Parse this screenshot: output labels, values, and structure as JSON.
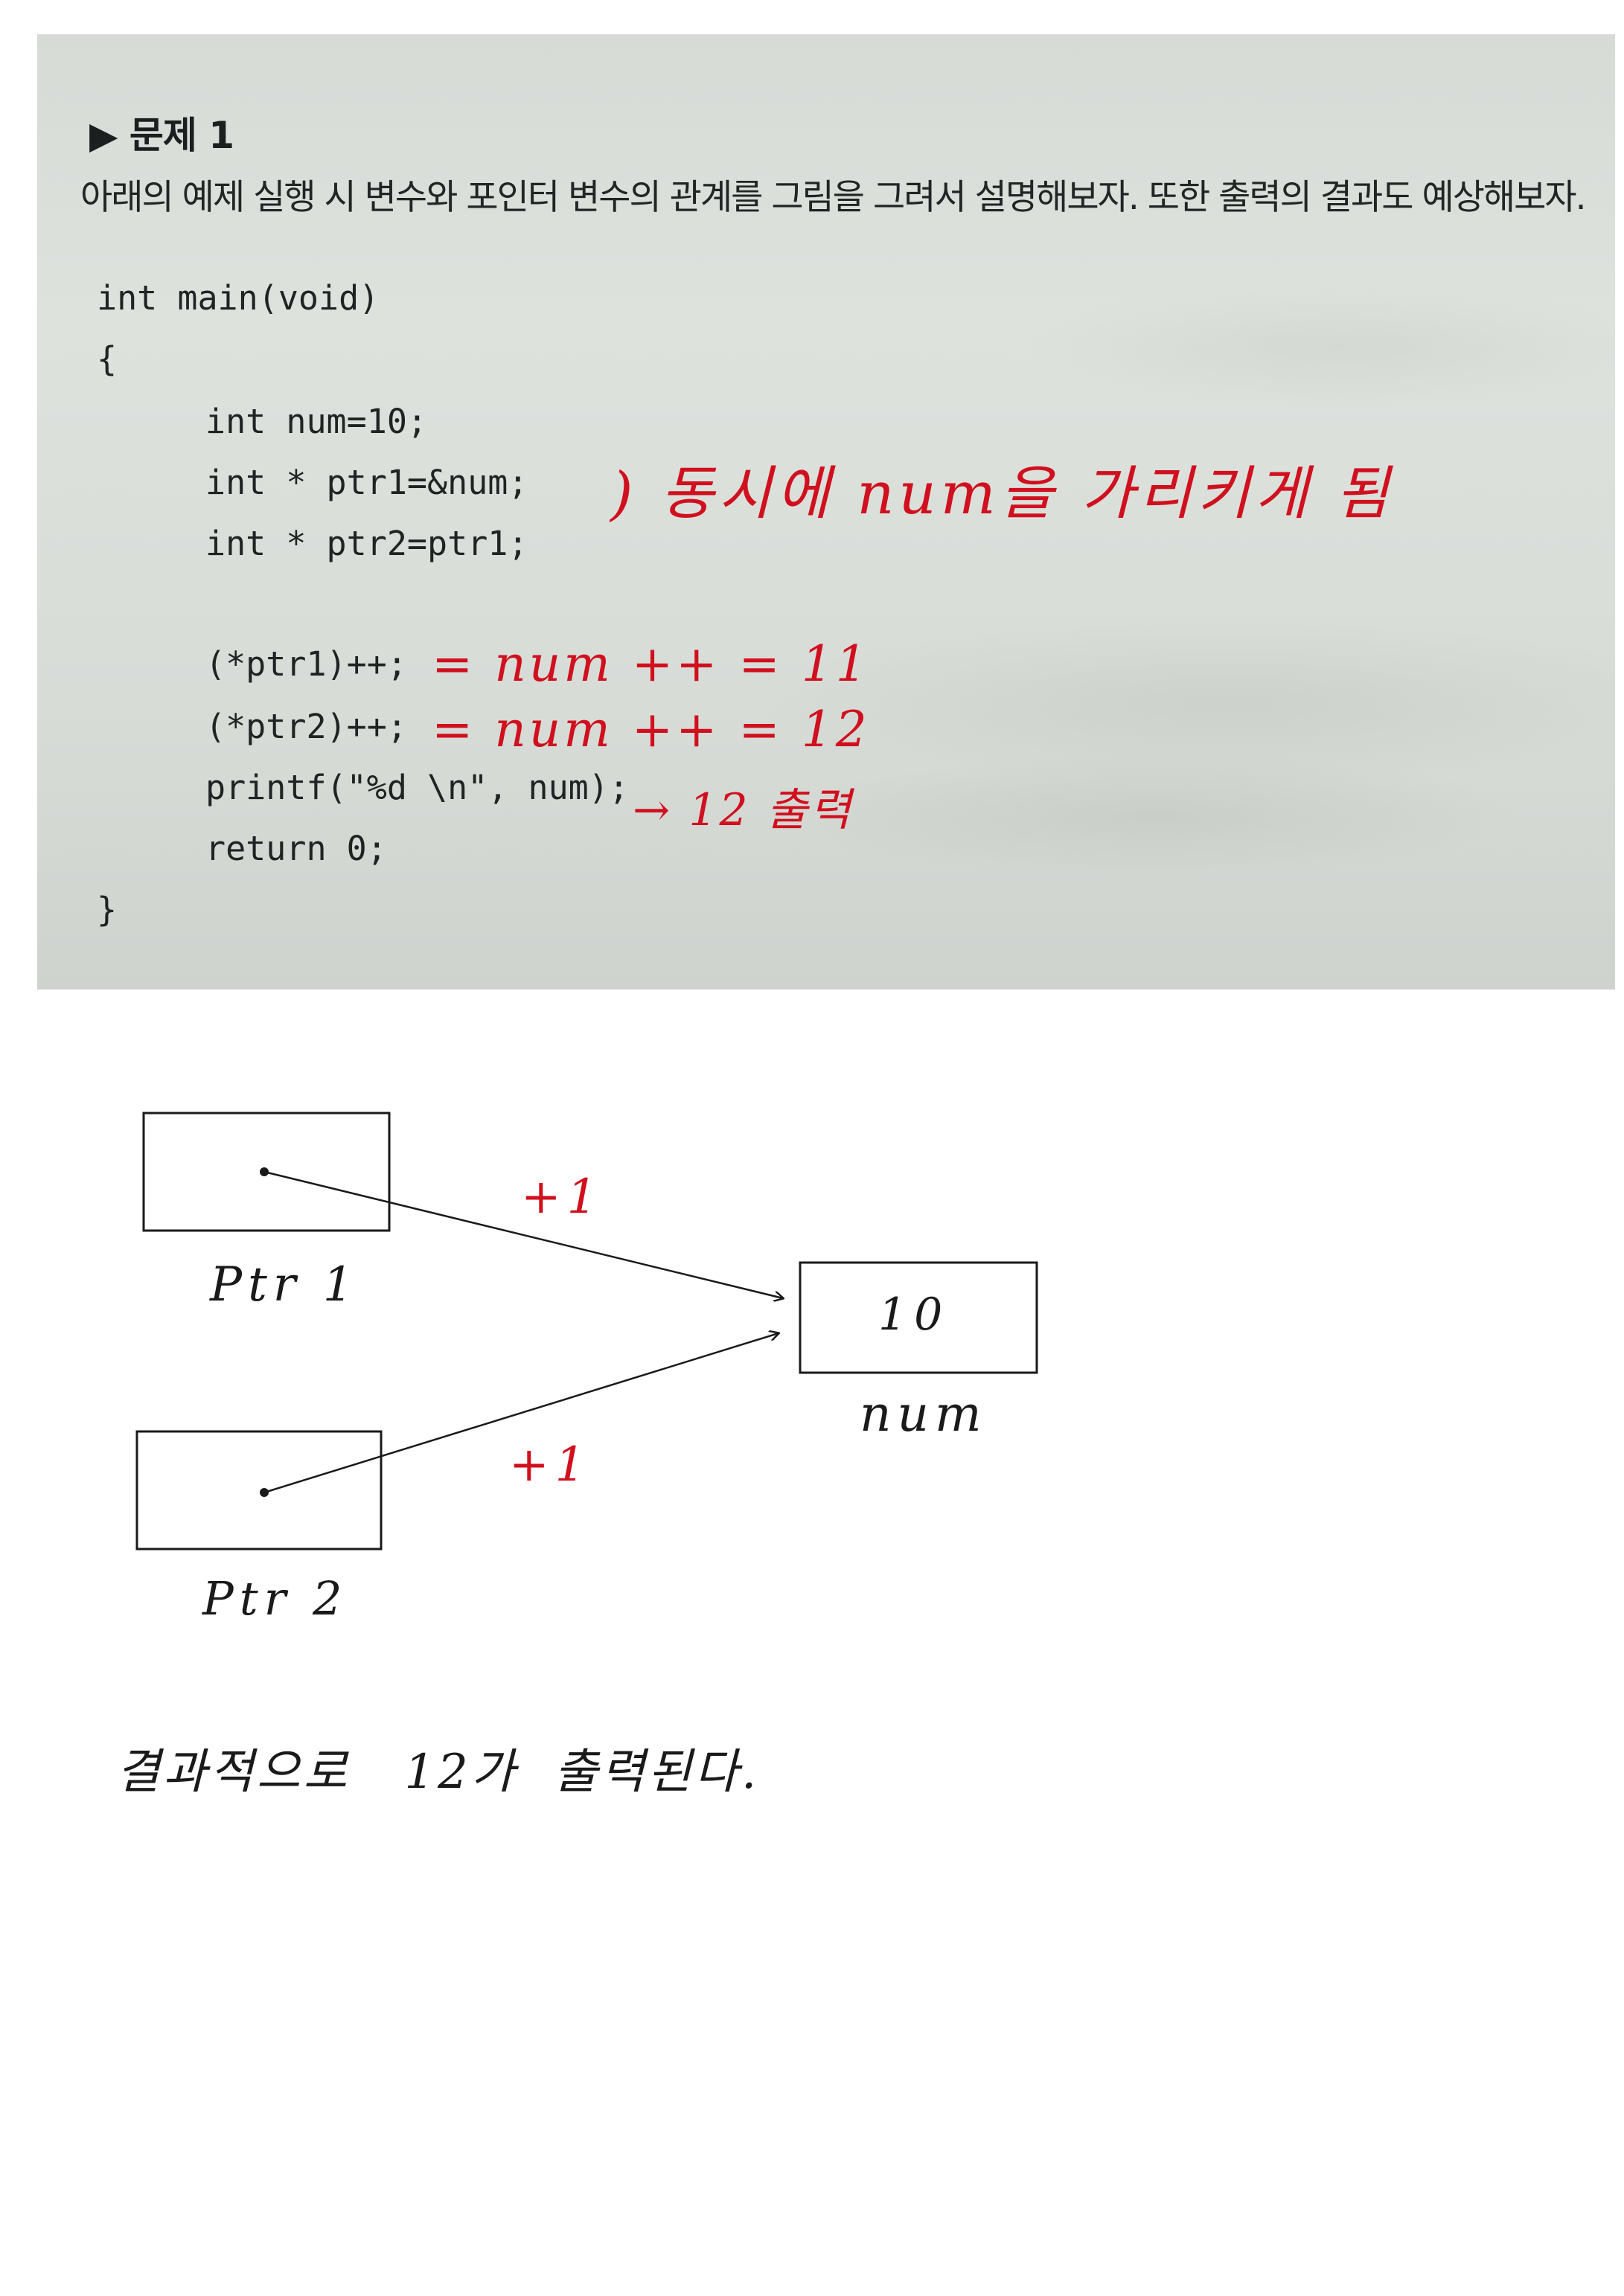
{
  "problem": {
    "title": "▶ 문제 1",
    "description": "아래의 예제 실행 시 변수와 포인터 변수의 관계를 그림을 그려서 설명해보자. 또한 출력의 결과도 예상해보자.",
    "code": [
      "int main(void)",
      "{",
      "int num=10;",
      "int * ptr1=&num;",
      "int * ptr2=ptr1;",
      "(*ptr1)++;",
      "(*ptr2)++;",
      "printf(\"%d \\n\", num);",
      "return 0;",
      "}"
    ]
  },
  "annotations": {
    "simultaneous": ") 동시에 num을 가리키게 됨",
    "increment1": "= num ++ = 11",
    "increment2": "= num ++ = 12",
    "output": "→ 12 출력"
  },
  "diagram": {
    "ptr1_label": "Ptr 1",
    "ptr2_label": "Ptr 2",
    "num_value": "10",
    "num_label": "num",
    "edge1_label": "+1",
    "edge2_label": "+1"
  },
  "conclusion": "결과적으로   12가  출력된다.",
  "colors": {
    "ink_red": "#d0101e",
    "ink_black": "#1a1a1a",
    "photo_bg": "#dadeda"
  }
}
